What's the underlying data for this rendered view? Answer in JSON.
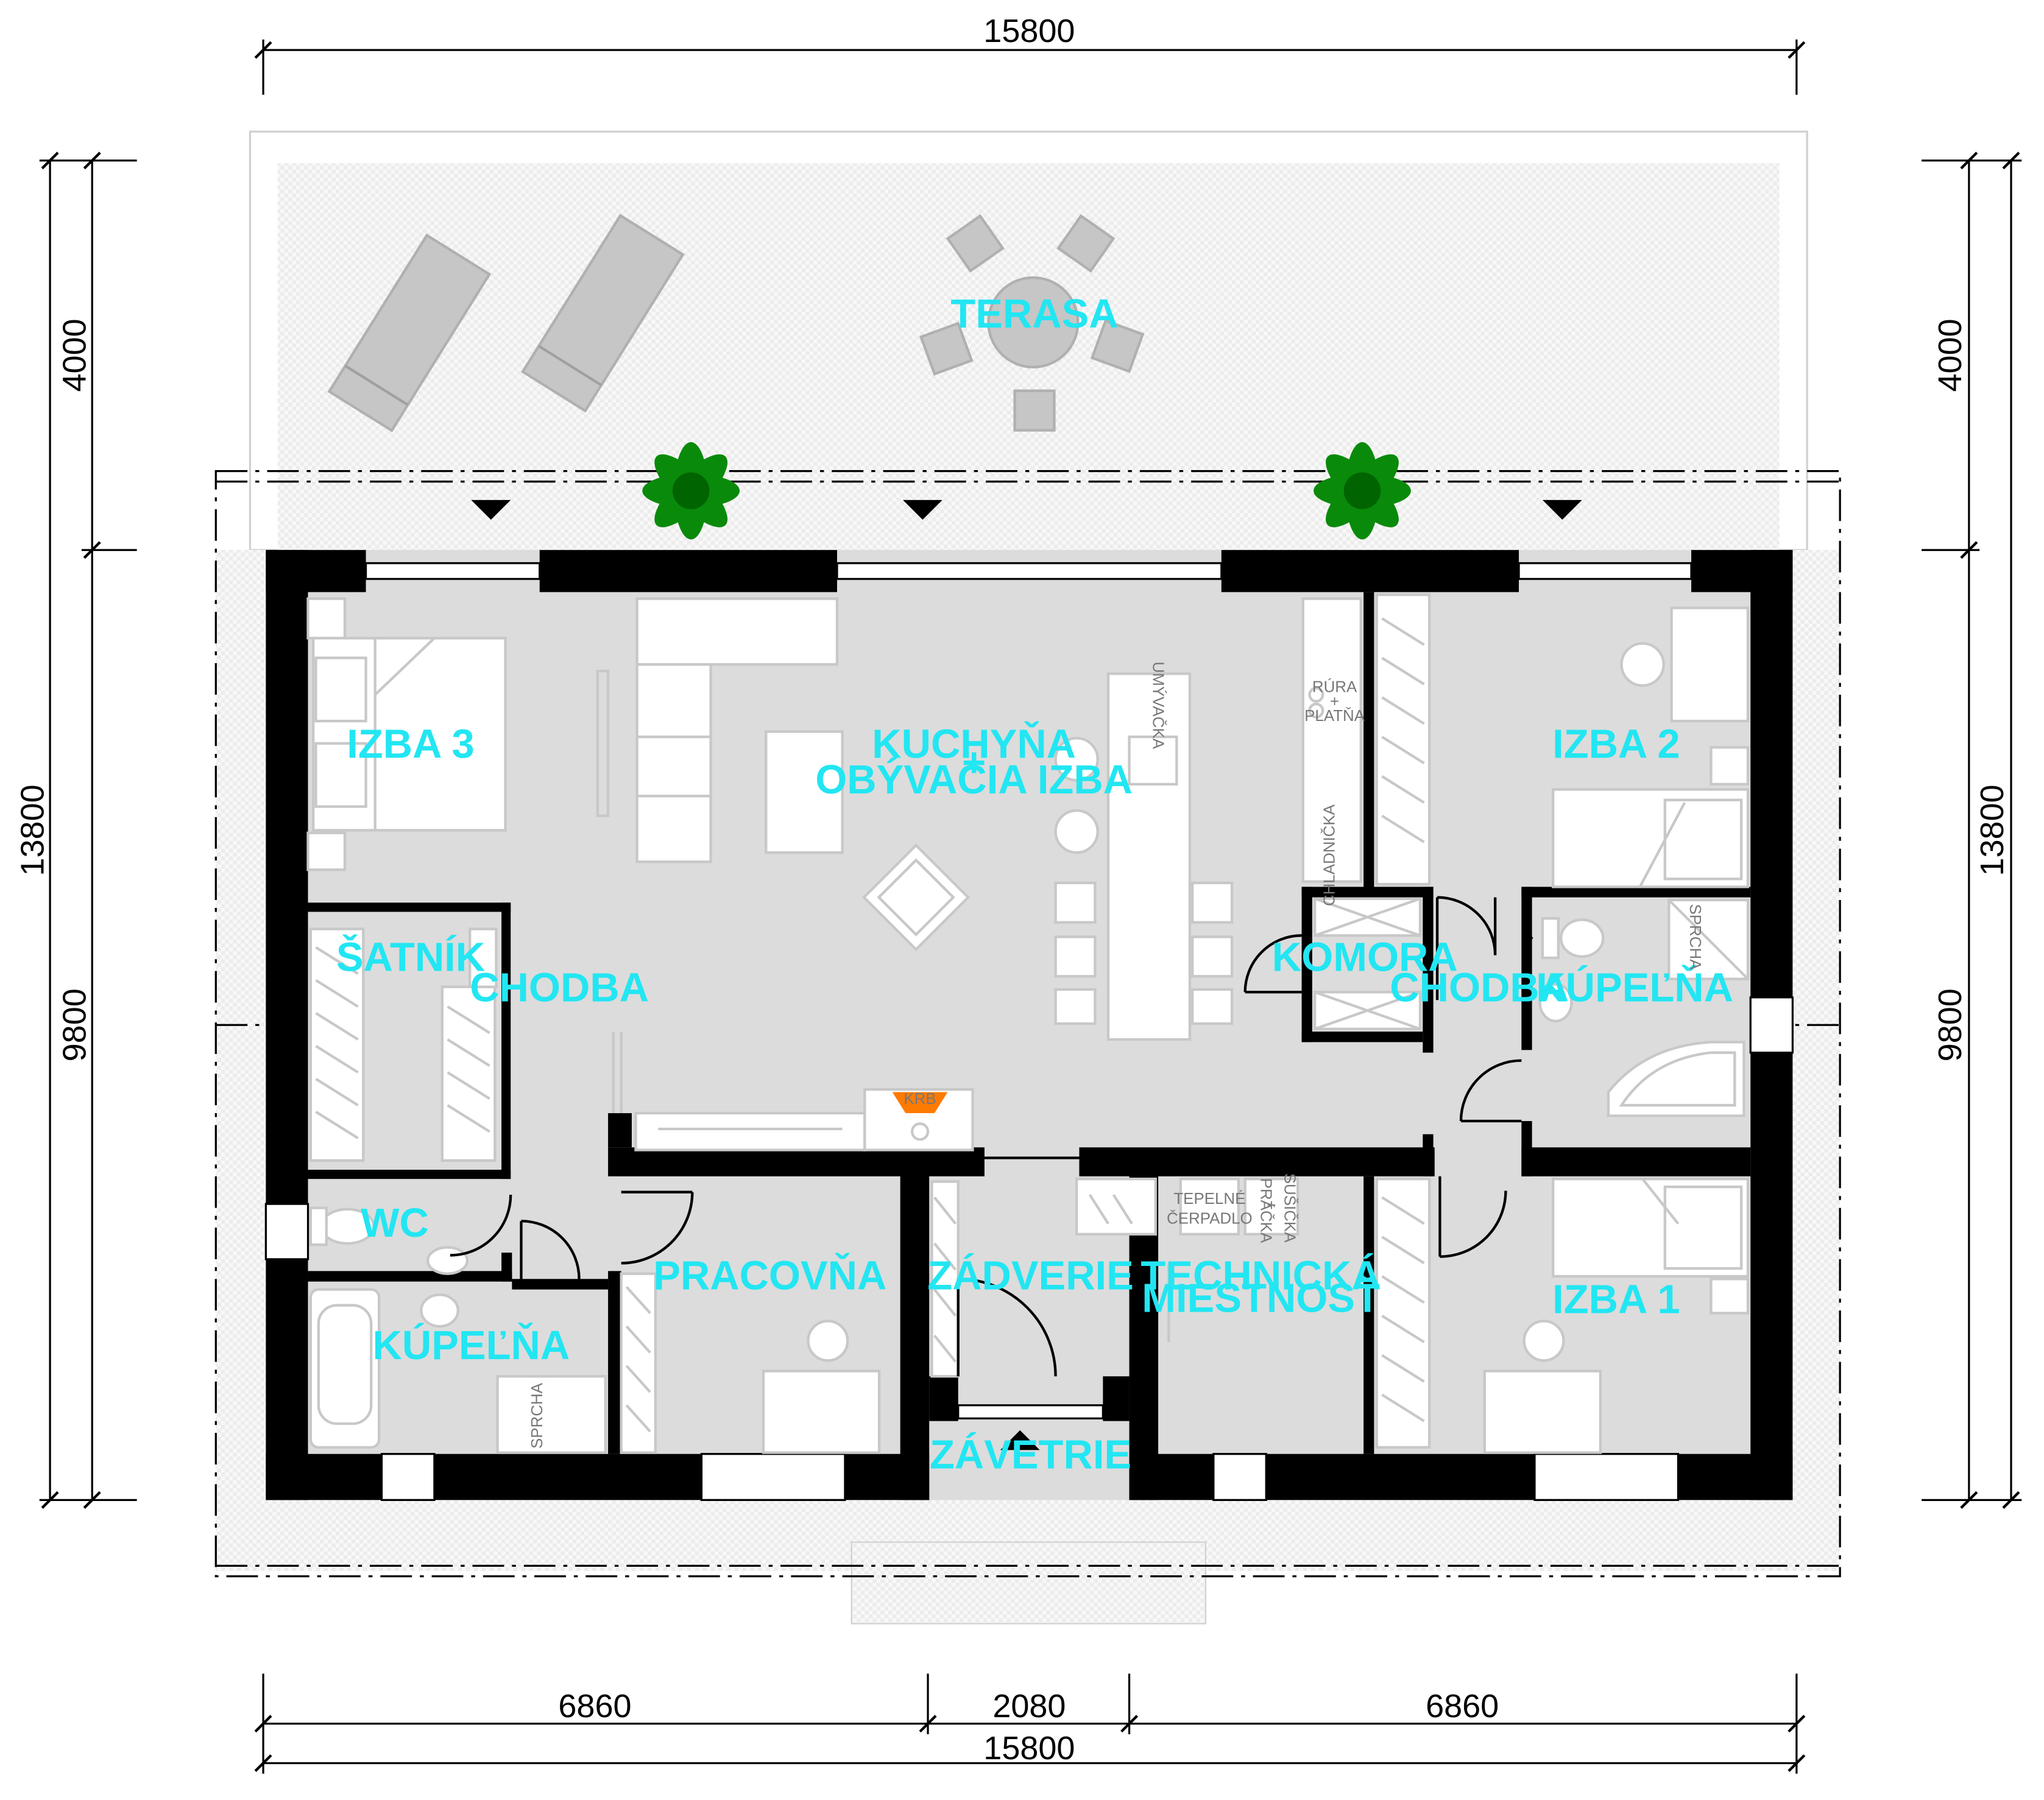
{
  "plan": {
    "rooms": {
      "terasa": "TERASA",
      "kuchyna": "KUCHYŇA",
      "kuchyna_plus": "+",
      "obyvacia": "OBÝVACIA IZBA",
      "izba3": "IZBA 3",
      "izba2": "IZBA 2",
      "izba1": "IZBA 1",
      "satnik": "ŠATNÍK",
      "chodba_left": "CHODBA",
      "chodba_right": "CHODBA",
      "komora": "KOMORA",
      "kupelna_right": "KÚPEĽŇA",
      "kupelna_left": "KÚPEĽŇA",
      "wc": "WC",
      "pracovna": "PRACOVŇA",
      "zadverie": "ZÁDVERIE",
      "technicka_1": "TECHNICKÁ",
      "technicka_2": "MIESTNOSŤ",
      "zavetrie": "ZÁVETRIE"
    },
    "fixtures": {
      "krb": "KRB",
      "sprcha_right": "SPRCHA",
      "sprcha_left": "SPRCHA",
      "chladnicka": "CHLADNIČKA",
      "rura_1": "RÚRA",
      "rura_2": "+",
      "rura_3": "PLATŇA",
      "umyvacka": "UMÝVAČKA",
      "tepelne_1": "TEPELNÉ",
      "tepelne_2": "ČERPADLO",
      "pracka_1": "PRÁČKA",
      "pracka_2": "+",
      "pracka_3": "SUŠIČKA"
    },
    "dimensions": {
      "top_total": "15800",
      "bottom_total": "15800",
      "bottom_left": "6860",
      "bottom_mid": "2080",
      "bottom_right": "6860",
      "left_terrace": "4000",
      "left_house": "9800",
      "left_total": "13800",
      "right_terrace": "4000",
      "right_house": "9800",
      "right_total": "13800"
    },
    "colors": {
      "label": "#22e6f2",
      "floor": "#dcdcdc",
      "wall": "#000000",
      "paving": "#f1f1f1",
      "fireplace": "#ff7a00",
      "plant": "#0a8a0a"
    }
  }
}
